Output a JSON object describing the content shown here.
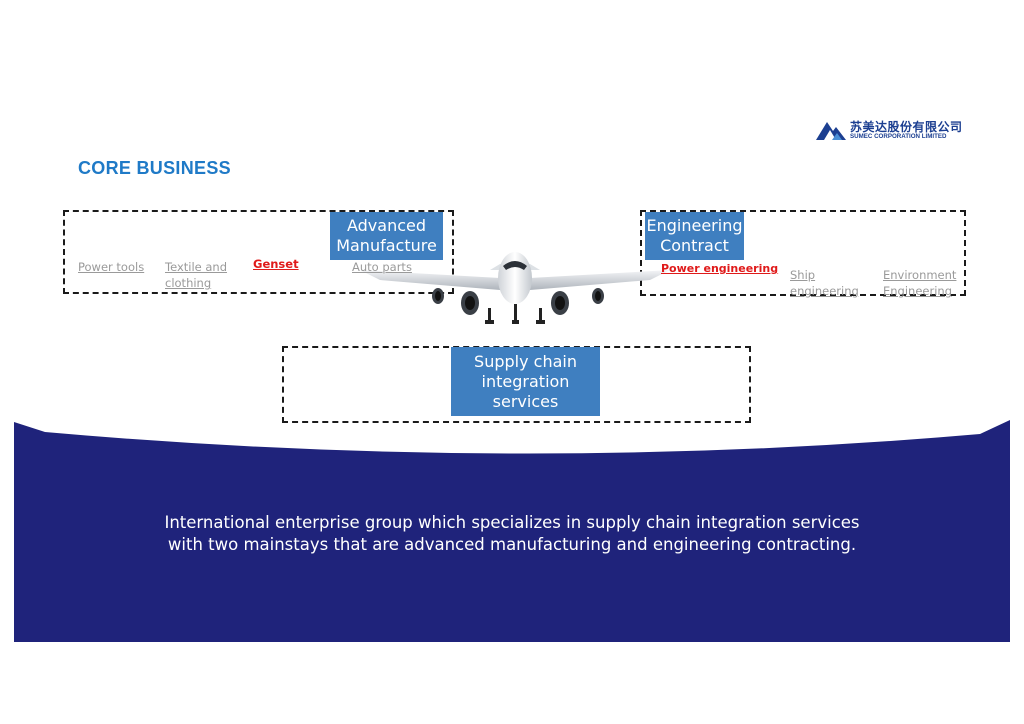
{
  "logo": {
    "chinese_name": "苏美达股份有限公司",
    "english_name": "SUMEC CORPORATION LIMITED",
    "icon": "mountain-logo-icon",
    "color": "#1c3f91"
  },
  "title": "CORE BUSINESS",
  "advanced_manufacture": {
    "label": "Advanced\nManufacture",
    "items": [
      "Power tools",
      "Textile and\nclothing",
      "Genset",
      "Auto parts"
    ]
  },
  "engineering_contract": {
    "label": "Engineering\nContract",
    "items": [
      "Power engineering",
      "Ship\nengineering",
      "Environment\nEngineering"
    ]
  },
  "supply_chain": {
    "label": "Supply chain\nintegration\nservices"
  },
  "caption": {
    "line1": "International enterprise group which specializes in supply chain integration services",
    "line2": "with two mainstays that are advanced manufacturing and engineering contracting."
  },
  "colors": {
    "title": "#1f7ac7",
    "label_box": "#3f7fc0",
    "highlight": "#e01a1a",
    "muted_link": "#9a9a9a",
    "sea": "#1f237b"
  },
  "icons": [
    "mountain-logo-icon",
    "airplane-icon"
  ]
}
